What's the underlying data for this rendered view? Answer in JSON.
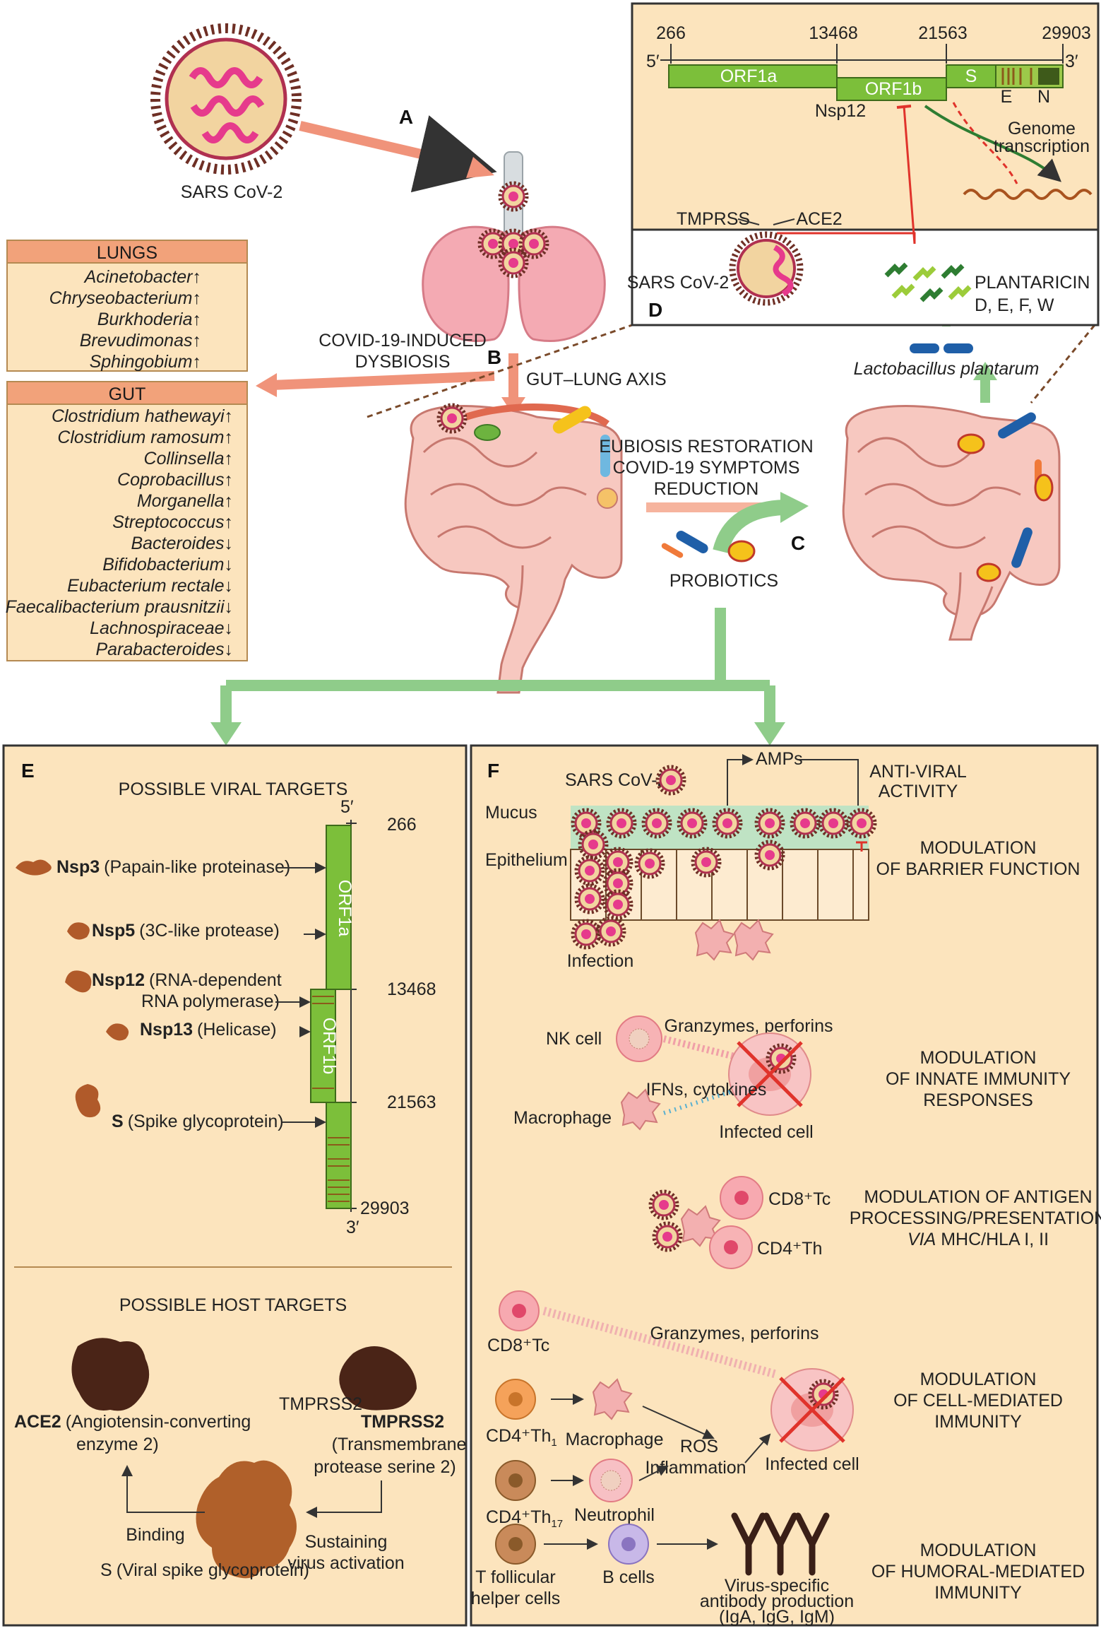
{
  "panel_labels": {
    "a": "A",
    "b": "B",
    "c": "C",
    "d": "D",
    "e": "E",
    "f": "F"
  },
  "top": {
    "virus_label": "SARS CoV-2",
    "dysbiosis_label": [
      "COVID-19-INDUCED",
      "DYSBIOSIS"
    ],
    "gut_lung_axis": "GUT–LUNG AXIS",
    "eubiosis_label": [
      "EUBIOSIS RESTORATION",
      "COVID-19 SYMPTOMS",
      "REDUCTION"
    ],
    "probiotics_label": "PROBIOTICS",
    "lactobacillus_label": "Lactobacillus plantarum"
  },
  "lungs_box": {
    "title": "LUNGS",
    "items": [
      "Acinetobacter↑",
      "Chryseobacterium↑",
      "Burkhoderia↑",
      "Brevudimonas↑",
      "Sphingobium↑"
    ]
  },
  "gut_box": {
    "title": "GUT",
    "items": [
      "Clostridium hathewayi↑",
      "Clostridium ramosum↑",
      "Collinsella↑",
      "Coprobacillus↑",
      "Morganella↑",
      "Streptococcus↑",
      "Bacteroides↓",
      "Bifidobacterium↓",
      "Eubacterium rectale↓",
      "Faecalibacterium prausnitzii↓",
      "Lachnospiraceae↓",
      "Parabacteroides↓"
    ]
  },
  "genome": {
    "positions": [
      "266",
      "13468",
      "21563",
      "29903"
    ],
    "five_prime": "5′",
    "three_prime": "3′",
    "orf1a": "ORF1a",
    "orf1b": "ORF1b",
    "s": "S",
    "e": "E",
    "n": "N",
    "nsp12": "Nsp12",
    "transcription": [
      "Genome",
      "transcription"
    ]
  },
  "panel_d": {
    "tmprss": "TMPRSS",
    "ace2": "ACE2",
    "virus": "SARS CoV-2",
    "plantaricin": "PLANTARICIN",
    "plantaricin_types": "D, E, F, W"
  },
  "panel_e": {
    "viral_title": "POSSIBLE VIRAL TARGETS",
    "host_title": "POSSIBLE HOST TARGETS",
    "five_prime": "5′",
    "three_prime": "3′",
    "positions": [
      "266",
      "13468",
      "21563",
      "29903"
    ],
    "orf1a": "ORF1a",
    "orf1b": "ORF1b",
    "targets": [
      {
        "name": "Nsp3",
        "desc": "(Papain-like proteinase)"
      },
      {
        "name": "Nsp5",
        "desc": "(3C-like protease)"
      },
      {
        "name": "Nsp12",
        "desc": "(RNA-dependent"
      },
      {
        "name": "Nsp13",
        "desc": "(Helicase)"
      },
      {
        "name": "S",
        "desc": "(Spike glycoprotein)"
      }
    ],
    "nsp12_line2": "RNA polymerase)",
    "ace2_name": "ACE2",
    "ace2_desc": [
      "(Angiotensin-converting",
      "enzyme 2)"
    ],
    "tmprss2_small": "TMPRSS2",
    "tmprss2_name": "TMPRSS2",
    "tmprss2_desc": [
      "(Transmembrane",
      "protease serine 2)"
    ],
    "binding": "Binding",
    "sustaining": [
      "Sustaining",
      "virus activation"
    ],
    "spike_name": "S",
    "spike_desc": "(Viral spike glycoprotein)"
  },
  "panel_f": {
    "virus": "SARS CoV-2",
    "amps": "AMPs",
    "anti_viral": [
      "ANTI-VIRAL",
      "ACTIVITY"
    ],
    "mucus": "Mucus",
    "epithelium": "Epithelium",
    "infection": "Infection",
    "barrier": [
      "MODULATION",
      "OF BARRIER FUNCTION"
    ],
    "nk_cell": "NK cell",
    "granzymes1": "Granzymes, perforins",
    "ifns": "IFNs, cytokines",
    "macrophage1": "Macrophage",
    "infected1": "Infected cell",
    "innate": [
      "MODULATION",
      "OF INNATE IMMUNITY",
      "RESPONSES"
    ],
    "cd8tc1": "CD8⁺Tc",
    "cd4th1": "CD4⁺Th",
    "antigen": [
      "MODULATION OF ANTIGEN",
      "PROCESSING/PRESENTATION"
    ],
    "antigen_via": "VIA",
    "antigen_mhc": " MHC/HLA I, II",
    "cd8tc2": "CD8⁺Tc",
    "granzymes2": "Granzymes, perforins",
    "cd4th1_b": "CD4⁺Th",
    "cd4th1_sub": "1",
    "macrophage2": "Macrophage",
    "ros": "ROS",
    "inflammation": "Inflammation",
    "infected2": "Infected cell",
    "cd4th17": "CD4⁺Th",
    "cd4th17_sub": "17",
    "neutrophil": "Neutrophil",
    "cell_mediated": [
      "MODULATION",
      "OF CELL-MEDIATED",
      "IMMUNITY"
    ],
    "tfh": [
      "T follicular",
      "helper cells"
    ],
    "bcells": "B cells",
    "antibody": [
      "Virus-specific",
      "antibody production",
      "(IgA, IgG, IgM)"
    ],
    "humoral": [
      "MODULATION",
      "OF HUMORAL-MEDIATED",
      "IMMUNITY"
    ]
  },
  "colors": {
    "panel_bg": "#fce4bd",
    "orange_header": "#f2a27a",
    "salmon_arrow": "#f0937a",
    "green_arrow": "#8fcc8a",
    "genome_green": "#7cbf3a",
    "virus_brown": "#7a3a2a",
    "virus_pink": "#e63a8c",
    "mucus_green": "#bfe3c4",
    "red_cross": "#e0332b"
  }
}
